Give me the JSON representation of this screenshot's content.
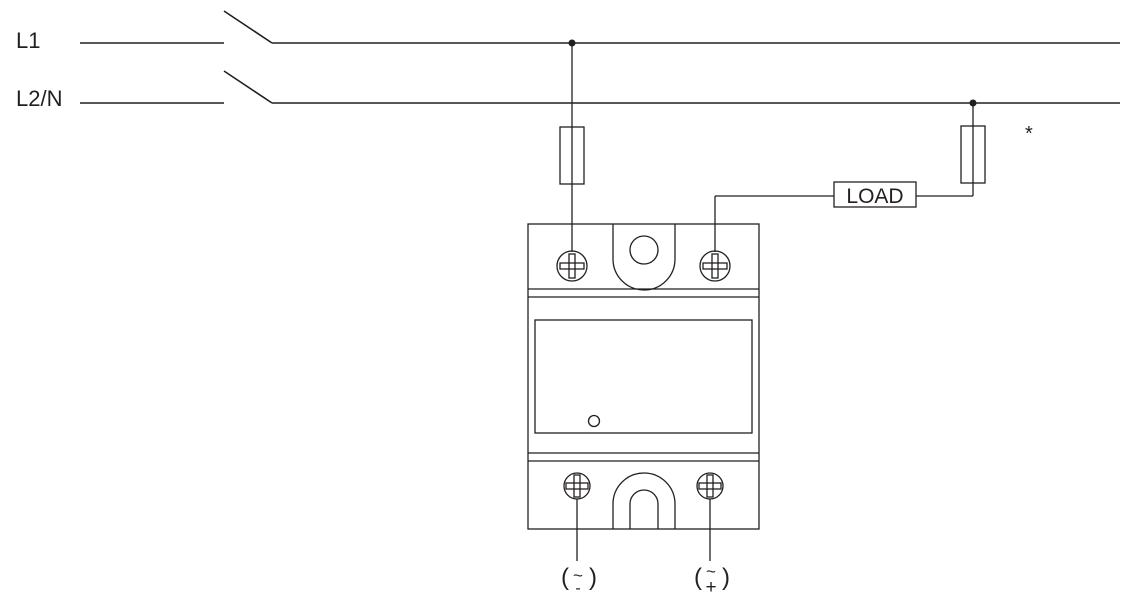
{
  "lines": {
    "l1": "L1",
    "l2n": "L2/N"
  },
  "load_label": "LOAD",
  "note_marker": "*",
  "control_terminals": {
    "negative": {
      "tilde": "~",
      "sign": "-"
    },
    "positive": {
      "tilde": "~",
      "sign": "+"
    }
  },
  "colors": {
    "ink": "#231f20",
    "background": "#ffffff"
  }
}
